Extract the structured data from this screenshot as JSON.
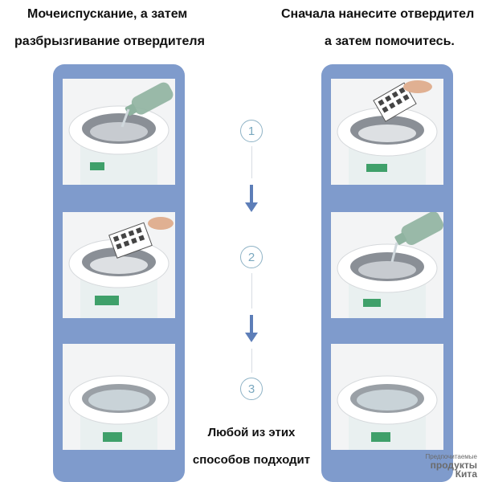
{
  "left_column": {
    "title_line1": "Мочеиспускание, а затем",
    "title_line2": "разбрызгивание отвердителя"
  },
  "right_column": {
    "title_line1": "Сначала нанесите отвердител",
    "title_line2": "а затем помочитесь."
  },
  "steps": [
    "1",
    "2",
    "3"
  ],
  "note": {
    "line1": "Любой из этих",
    "line2": "способов подходит"
  },
  "watermark": {
    "line1": "Предпочитаемые",
    "line2": "продукты",
    "line3": "Кита"
  },
  "colors": {
    "panel": "#7f9bcc",
    "arrow": "#5d7eb8",
    "step_ring": "#8fb3c6"
  }
}
